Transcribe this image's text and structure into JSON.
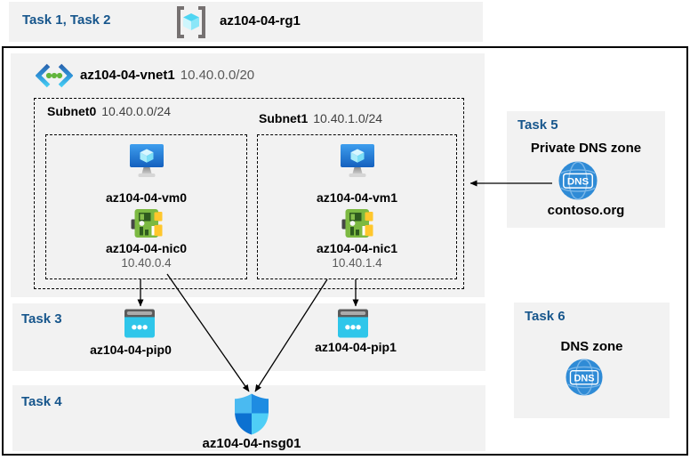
{
  "tasks": {
    "t12": "Task 1, Task 2",
    "t3": "Task 3",
    "t4": "Task 4",
    "t5": "Task 5",
    "t6": "Task 6"
  },
  "resource_group": {
    "name": "az104-04-rg1"
  },
  "vnet": {
    "name": "az104-04-vnet1",
    "cidr": "10.40.0.0/20",
    "subnets": [
      {
        "name": "Subnet0",
        "cidr": "10.40.0.0/24",
        "vm": "az104-04-vm0",
        "nic": "az104-04-nic0",
        "ip": "10.40.0.4"
      },
      {
        "name": "Subnet1",
        "cidr": "10.40.1.0/24",
        "vm": "az104-04-vm1",
        "nic": "az104-04-nic1",
        "ip": "10.40.1.4"
      }
    ]
  },
  "public_ips": [
    {
      "name": "az104-04-pip0"
    },
    {
      "name": "az104-04-pip1"
    }
  ],
  "nsg": {
    "name": "az104-04-nsg01"
  },
  "private_dns_zone": {
    "title": "Private DNS zone",
    "zone_name": "contoso.org"
  },
  "dns_zone": {
    "title": "DNS zone"
  },
  "icons": {
    "dns_text": "DNS"
  },
  "colors": {
    "task_label": "#17568C",
    "panel_bg": "#F2F2F2",
    "ip_text": "#595959",
    "arrow": "#000000",
    "nic_green": "#7CB942",
    "pip_cyan": "#2FC6EA",
    "dns_blue": "#2F8BD6"
  }
}
